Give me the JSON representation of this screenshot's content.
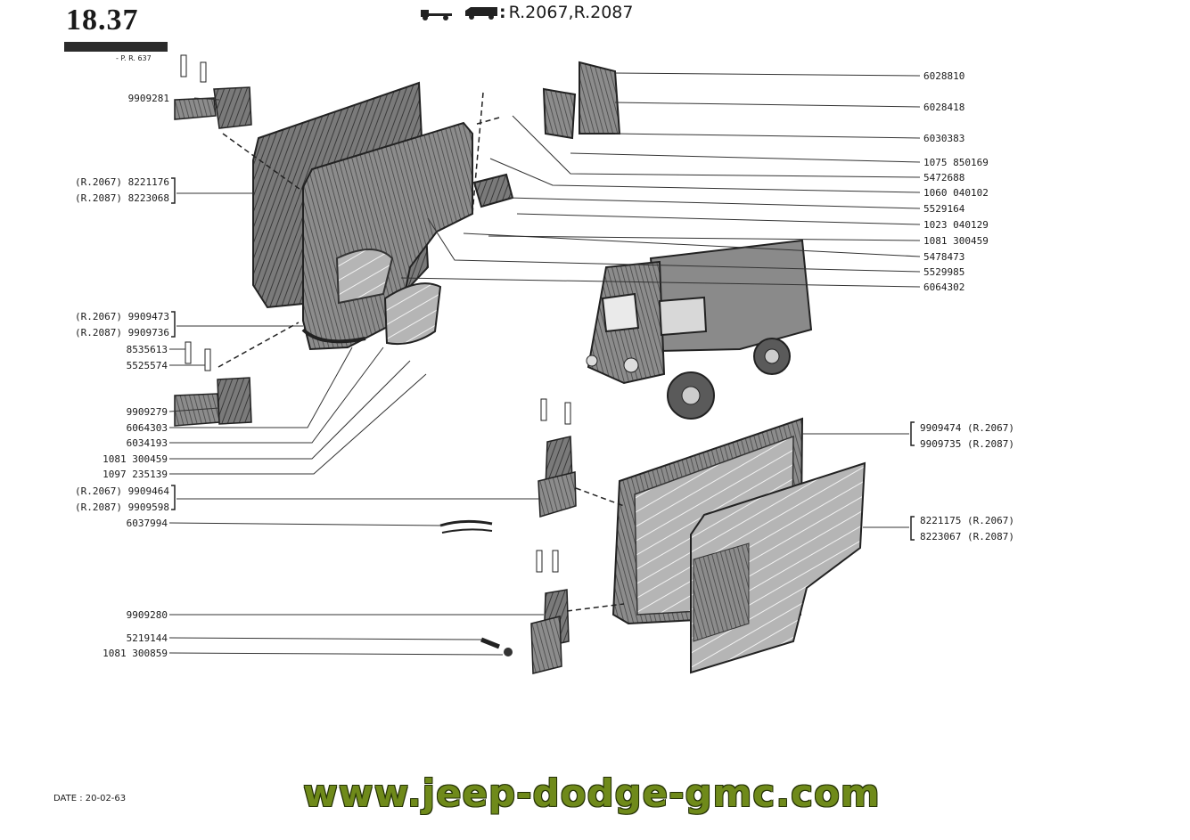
{
  "header": {
    "page_number": "18.37",
    "ref_code": "- P. R. 637",
    "models": "R.2067,R.2087",
    "vehicle_icons": [
      "flatbed-truck-icon",
      "van-icon"
    ]
  },
  "labels_left": [
    {
      "text": "9909281"
    },
    {
      "text": "(R.2067) 8221176"
    },
    {
      "text": "(R.2087) 8223068"
    },
    {
      "text": "(R.2067) 9909473"
    },
    {
      "text": "(R.2087) 9909736"
    },
    {
      "text": "8535613"
    },
    {
      "text": "5525574"
    },
    {
      "text": "9909279"
    },
    {
      "text": "6064303"
    },
    {
      "text": "6034193"
    },
    {
      "text": "1081 300459"
    },
    {
      "text": "1097 235139"
    },
    {
      "text": "(R.2067) 9909464"
    },
    {
      "text": "(R.2087) 9909598"
    },
    {
      "text": "6037994"
    },
    {
      "text": "9909280"
    },
    {
      "text": "5219144"
    },
    {
      "text": "1081 300859"
    }
  ],
  "labels_right": [
    {
      "text": "6028810"
    },
    {
      "text": "6028418"
    },
    {
      "text": "6030383"
    },
    {
      "text": "1075 850169"
    },
    {
      "text": "5472688"
    },
    {
      "text": "1060 040102"
    },
    {
      "text": "5529164"
    },
    {
      "text": "1023 040129"
    },
    {
      "text": "1081 300459"
    },
    {
      "text": "5478473"
    },
    {
      "text": "5529985"
    },
    {
      "text": "6064302"
    },
    {
      "text": "9909474 (R.2067)"
    },
    {
      "text": "9909735 (R.2087)"
    },
    {
      "text": "8221175 (R.2067)"
    },
    {
      "text": "8223067 (R.2087)"
    }
  ],
  "footer": {
    "date": "DATE : 20-02-63",
    "watermark": "www.jeep-dodge-gmc.com"
  }
}
